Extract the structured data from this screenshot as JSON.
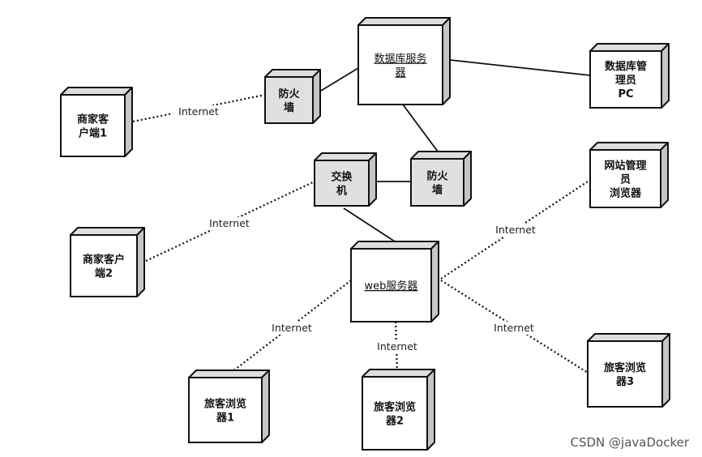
{
  "colors": {
    "stroke": "#111111",
    "node_fill": "#ffffff",
    "firewall_fill": "#e0e0e0",
    "node_side": "#c6c6c6",
    "node_top": "#dedede",
    "label_text": "#111111",
    "edge_label_text": "#222222",
    "watermark_text": "#555555"
  },
  "nodes": {
    "db_server": {
      "lines": [
        "数据库服务",
        "器"
      ]
    },
    "db_admin_pc": {
      "lines": [
        "数据库管",
        "理员",
        "PC"
      ]
    },
    "merchant_client_1": {
      "lines": [
        "商家客",
        "户端1"
      ]
    },
    "firewall_1": {
      "lines": [
        "防火",
        "墙"
      ]
    },
    "switch": {
      "lines": [
        "交换",
        "机"
      ]
    },
    "firewall_2": {
      "lines": [
        "防火",
        "墙"
      ]
    },
    "site_admin_browser": {
      "lines": [
        "网站管理",
        "员",
        "浏览器"
      ]
    },
    "merchant_client_2": {
      "lines": [
        "商家客户",
        "端2"
      ]
    },
    "web_server": {
      "lines": [
        "web服务器"
      ]
    },
    "guest_browser_1": {
      "lines": [
        "旅客浏览",
        "器1"
      ]
    },
    "guest_browser_2": {
      "lines": [
        "旅客浏览",
        "器2"
      ]
    },
    "guest_browser_3": {
      "lines": [
        "旅客浏览",
        "器3"
      ]
    }
  },
  "edge_labels": {
    "internet": "Internet"
  },
  "watermark": "CSDN @javaDocker"
}
